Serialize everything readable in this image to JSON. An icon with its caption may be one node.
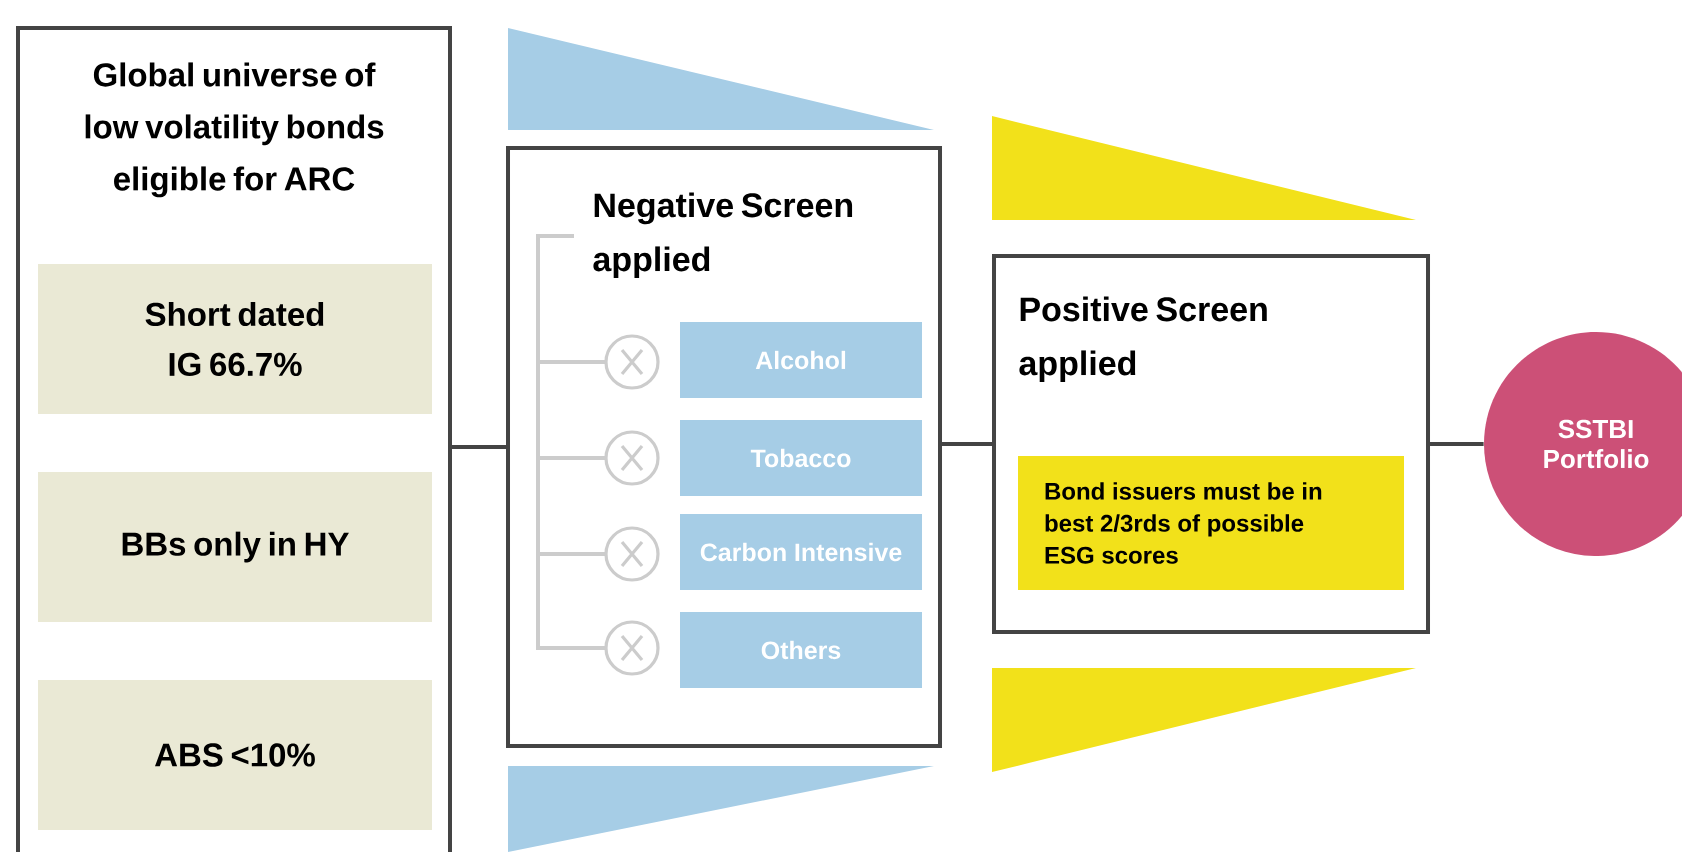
{
  "diagram": {
    "nodes": [
      {
        "text": [
          "Global universe of low volatility bonds eligible for ARC"
        ]
      },
      {
        "text": [
          "Short dated IG 66.7%"
        ],
        "in": 0
      },
      {
        "text": [
          "BBs only in HY"
        ],
        "in": 0
      },
      {
        "text": [
          "ABS <10%"
        ],
        "in": 0
      },
      {
        "text": [
          "Negative Screen applied"
        ]
      },
      {
        "text": [
          "Alcohol"
        ],
        "in": 4
      },
      {
        "text": [
          "Tobacco"
        ],
        "in": 4
      },
      {
        "text": [
          "Carbon Intensive"
        ],
        "in": 4
      },
      {
        "text": [
          "Others"
        ],
        "in": 4
      },
      {
        "text": [
          "Positive Screen applied"
        ]
      },
      {
        "text": [
          "Bond issuers must be in best 2/3rds of possible ESG scores"
        ],
        "in": 9
      },
      {
        "text": [
          "SSTBI Portfolio"
        ]
      },
      {
        "text": [],
        "shape": "triangle"
      },
      {
        "text": [],
        "shape": "triangle"
      },
      {
        "text": [],
        "shape": "triangle"
      },
      {
        "text": [],
        "shape": "triangle"
      }
    ],
    "edges": [
      {
        "from": 0,
        "to": 4,
        "arrow": "none"
      },
      {
        "from": 4,
        "to": 9,
        "arrow": "none"
      },
      {
        "from": 9,
        "to": 11,
        "arrow": "none"
      }
    ]
  }
}
